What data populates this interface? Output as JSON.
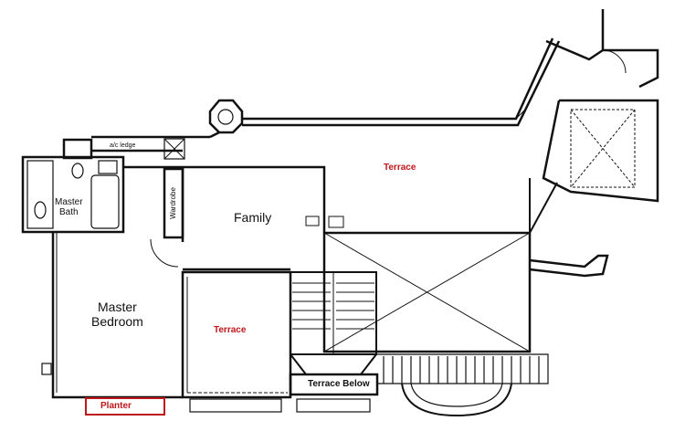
{
  "rooms": {
    "terrace_upper": "Terrace",
    "ac_ledge": "a/c ledge",
    "wardrobe": "Wardrobe",
    "family": "Family",
    "master_bath_line1": "Master",
    "master_bath_line2": "Bath",
    "master_bedroom_line1": "Master",
    "master_bedroom_line2": "Bedroom",
    "terrace_middle": "Terrace",
    "terrace_below": "Terrace Below",
    "planter": "Planter"
  },
  "colors": {
    "wall": "#111111",
    "highlight": "#c0161b"
  }
}
